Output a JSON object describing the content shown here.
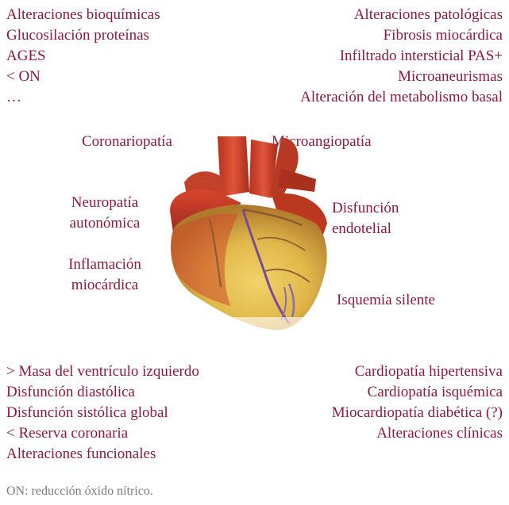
{
  "top_left": [
    "Alteraciones bioquímicas",
    "Glucosilación proteínas",
    "AGES",
    "< ON",
    "…"
  ],
  "top_right": [
    "Alteraciones patológicas",
    "Fibrosis miocárdica",
    "Infiltrado intersticial PAS+",
    "Microaneurismas",
    "Alteración del metabolismo basal"
  ],
  "heart_labels": {
    "coronariopatia": "Coronariopatía",
    "microangiopatia": "Microangiopatía",
    "neuropatia": [
      "Neuropatía",
      "autonómica"
    ],
    "inflamacion": [
      "Inflamación",
      "miocárdica"
    ],
    "disfuncion": [
      "Disfunción",
      "endotelial"
    ],
    "isquemia": "Isquemia silente"
  },
  "bottom_left": [
    "> Masa del ventrículo izquierdo",
    "Disfunción diastólica",
    "Disfunción sistólica global",
    "< Reserva coronaria",
    "Alteraciones funcionales"
  ],
  "bottom_right": [
    "Cardiopatía hipertensiva",
    "Cardiopatía isquémica",
    "Miocardiopatía diabética (?)",
    "Alteraciones clínicas"
  ],
  "footnote": "ON: reducción óxido nítrico.",
  "colors": {
    "text": "#8b1a3c",
    "footnote": "#7a7a7a",
    "heart_red": "#c0392b",
    "heart_yellow": "#e8c44a"
  },
  "illustration": "heart-image"
}
